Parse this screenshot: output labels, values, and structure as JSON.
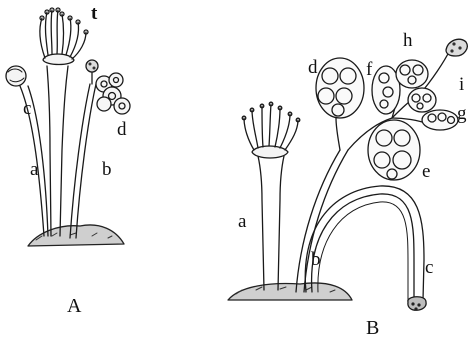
{
  "figure": {
    "panel_a": {
      "title": "A",
      "labels": {
        "t": "t",
        "c": "c",
        "a": "a",
        "b": "b",
        "d": "d"
      }
    },
    "panel_b": {
      "title": "B",
      "labels": {
        "a": "a",
        "b": "b",
        "c": "c",
        "d": "d",
        "e": "e",
        "f": "f",
        "g": "g",
        "h": "h",
        "i": "i"
      }
    }
  }
}
